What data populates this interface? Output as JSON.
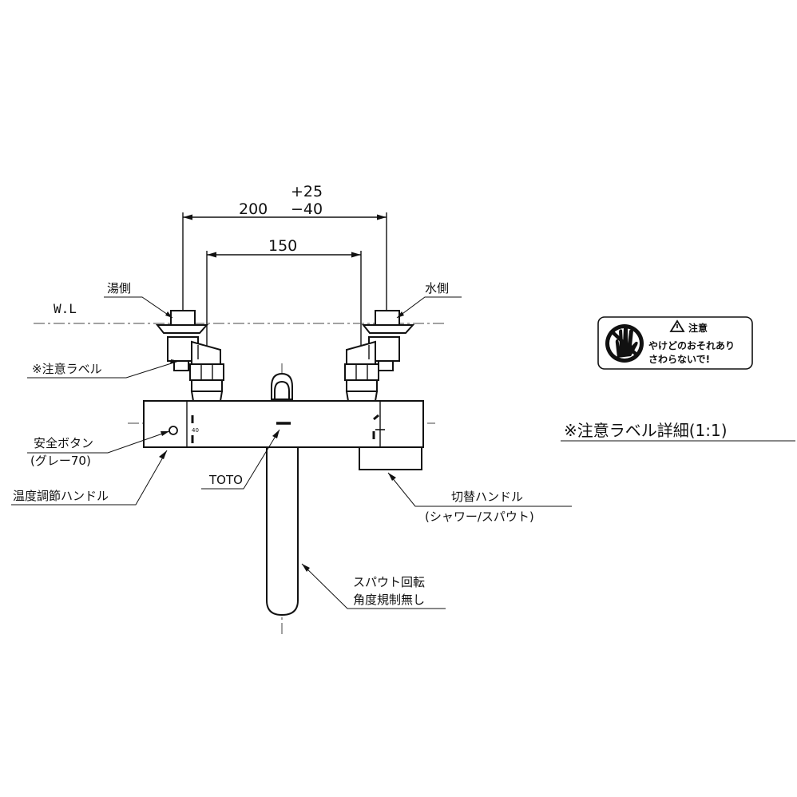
{
  "dimensions": {
    "outer_value": "200",
    "tol_plus": "+25",
    "tol_minus": "−40",
    "inner_value": "150"
  },
  "labels": {
    "water_level": "W.L",
    "hot_side": "湯側",
    "cold_side": "水側",
    "caution_label": "※注意ラベル",
    "safety_button": "安全ボタン",
    "safety_button_color": "(グレー70)",
    "temp_handle": "温度調節ハンドル",
    "brand": "TOTO",
    "switch_handle": "切替ハンドル",
    "switch_handle_modes": "(シャワー/スパウト)",
    "spout_line1": "スパウト回転",
    "spout_line2": "角度規制無し",
    "label_detail": "※注意ラベル詳細(1:1)",
    "scale_40": "40"
  },
  "caution_sticker": {
    "title": "注意",
    "line1": "やけどのおそれあり",
    "line2": "さわらないで!",
    "warning_icon": "warning-triangle-icon",
    "hand_icon": "no-touch-hand-icon"
  },
  "colors": {
    "line": "#111111",
    "background": "#ffffff"
  }
}
